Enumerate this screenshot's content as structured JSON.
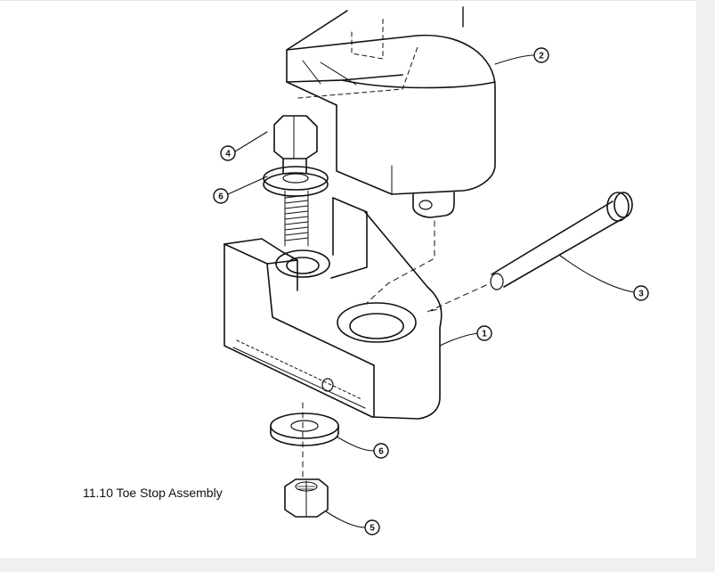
{
  "caption": "11.10 Toe Stop Assembly",
  "callouts": [
    {
      "id": "part-1",
      "label": "1"
    },
    {
      "id": "part-2",
      "label": "2"
    },
    {
      "id": "part-3",
      "label": "3"
    },
    {
      "id": "part-4",
      "label": "4"
    },
    {
      "id": "part-5",
      "label": "5"
    },
    {
      "id": "part-6-upper",
      "label": "6"
    },
    {
      "id": "part-6-lower",
      "label": "6"
    }
  ],
  "colors": {
    "line": "#111111",
    "background": "#ffffff",
    "frame": "#f1f1f1"
  }
}
